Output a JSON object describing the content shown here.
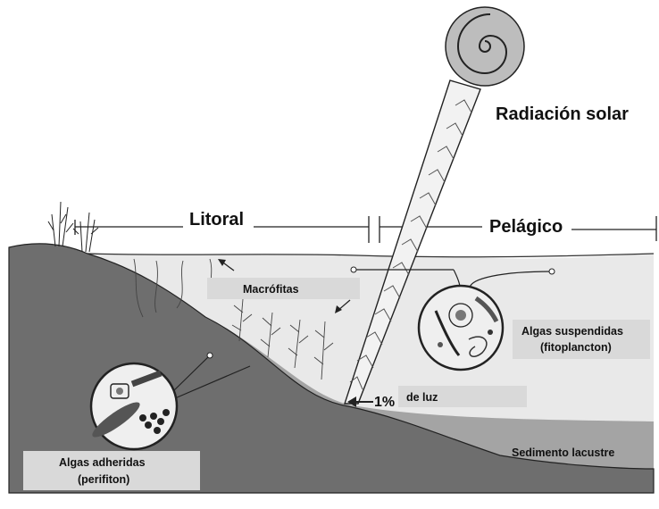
{
  "labels": {
    "radiacion": "Radiación solar",
    "litoral": "Litoral",
    "pelagico": "Pelágico",
    "macrofitas": "Macrófitas",
    "algas_susp_1": "Algas suspendidas",
    "algas_susp_2": "(fitoplancton)",
    "luz_pct": "1%",
    "luz_text": "de luz",
    "sedimento": "Sedimento lacustre",
    "algas_adh_1": "Algas adheridas",
    "algas_adh_2": "(perifiton)"
  },
  "colors": {
    "water": "#e9e9e9",
    "land": "#6e6e6e",
    "sediment": "#a4a4a4",
    "label_box": "#d9d9d9",
    "stroke": "#222222"
  }
}
